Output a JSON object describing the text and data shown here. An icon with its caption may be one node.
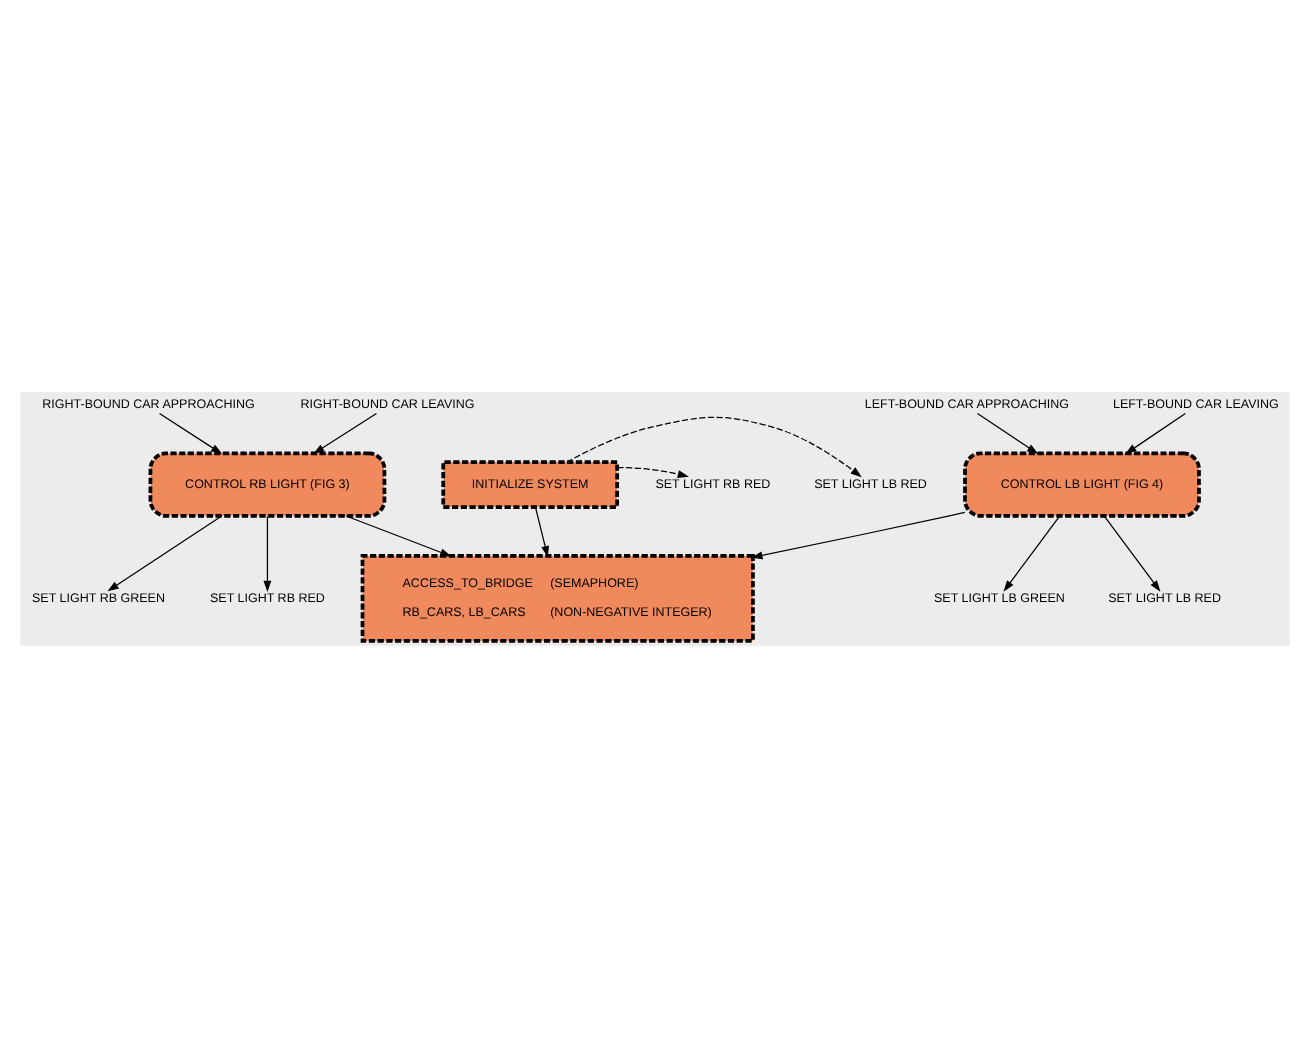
{
  "diagram": {
    "nodes": [
      {
        "text": [
          "INITIALIZE SYSTEM"
        ]
      },
      {
        "text": [
          "SET LIGHT RB RED"
        ]
      },
      {
        "text": [
          "SET LIGHT LB RED"
        ]
      },
      {
        "text": [
          "RIGHT-BOUND CAR APPROACHING"
        ]
      },
      {
        "text": [
          "RIGHT-BOUND CAR LEAVING"
        ]
      },
      {
        "text": [
          "LEFT-BOUND CAR APPROACHING"
        ]
      },
      {
        "text": [
          "LEFT-BOUND CAR LEAVING"
        ]
      },
      {
        "text": [
          "CONTROL RB LIGHT (FIG 3)"
        ]
      },
      {
        "text": [
          "CONTROL LB LIGHT (FIG 4)"
        ]
      },
      {
        "text": [
          "SET LIGHT RB RED"
        ]
      },
      {
        "text": [
          "SET LIGHT RB GREEN"
        ]
      },
      {
        "text": [
          "SET LIGHT LB RED"
        ]
      },
      {
        "text": [
          "SET LIGHT LB GREEN"
        ]
      },
      {
        "text": [
          "ACCESS_TO_BRIDGE",
          "(SEMAPHORE)",
          "RB_CARS, LB_CARS",
          "(NON-NEGATIVE INTEGER)"
        ]
      }
    ],
    "edges": [
      {
        "from": 0,
        "to": 1,
        "arrow": "to",
        "style": "dashed"
      },
      {
        "from": 0,
        "to": 2,
        "arrow": "to",
        "style": "dashed"
      },
      {
        "from": 0,
        "to": 13,
        "arrow": "to"
      },
      {
        "from": 3,
        "to": 7,
        "arrow": "to"
      },
      {
        "from": 4,
        "to": 7,
        "arrow": "to"
      },
      {
        "from": 5,
        "to": 8,
        "arrow": "to"
      },
      {
        "from": 6,
        "to": 8,
        "arrow": "to"
      },
      {
        "from": 7,
        "to": 9,
        "arrow": "to"
      },
      {
        "from": 7,
        "to": 10,
        "arrow": "to"
      },
      {
        "from": 7,
        "to": 13,
        "arrow": "to"
      },
      {
        "from": 8,
        "to": 13,
        "arrow": "to"
      },
      {
        "from": 8,
        "to": 11,
        "arrow": "to"
      },
      {
        "from": 8,
        "to": 12,
        "arrow": "to"
      }
    ]
  }
}
